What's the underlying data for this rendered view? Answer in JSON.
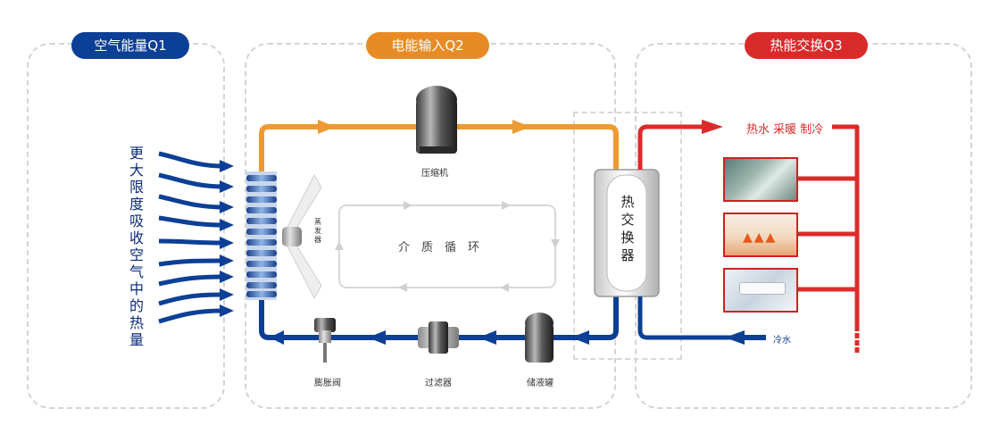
{
  "sections": [
    {
      "title": "空气能量Q1",
      "color": "#0c3f96"
    },
    {
      "title": "电能输入Q2",
      "color": "#e98b25"
    },
    {
      "title": "热能交换Q3",
      "color": "#d92a2a"
    }
  ],
  "left_caption": [
    "更",
    "大",
    "限",
    "度",
    "吸",
    "收",
    "空",
    "气",
    "中",
    "的",
    "热",
    "量"
  ],
  "labels": {
    "compressor": "压缩机",
    "evaporator": "蒸发器",
    "medium_cycle": "介　质　循　环",
    "heat_exchanger": [
      "热",
      "交",
      "换",
      "器"
    ],
    "expansion_valve": "膨胀阀",
    "filter": "过滤器",
    "receiver": "储液罐",
    "output": "热水 采暖 制冷",
    "cold_water": "冷水"
  },
  "colors": {
    "hot": "#ee9a33",
    "cold": "#0c3f96",
    "water_hot": "#dd2b2b",
    "gray": "#d8d8d8"
  }
}
